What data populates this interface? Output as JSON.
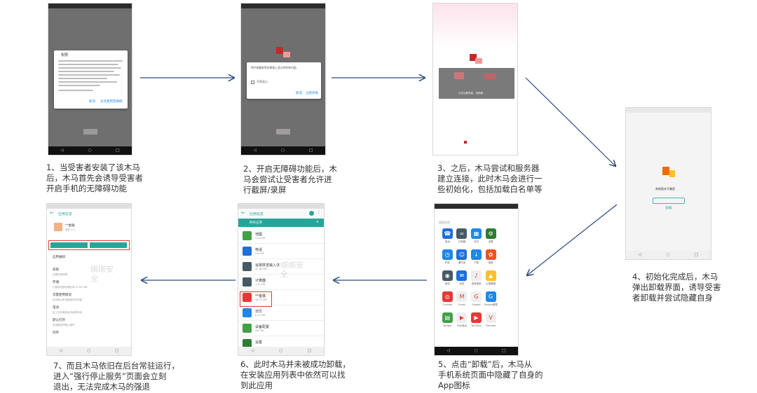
{
  "captions": {
    "step1": [
      "1、当受害者安装了该木马",
      "后，木马首先会诱导受害者",
      "开启手机的无障碍功能"
    ],
    "step2": [
      "2、开启无障碍功能后，木",
      "马会尝试让受害者允许进",
      "行截屏/录屏"
    ],
    "step3": [
      "3、之后，木马尝试和服务器",
      "建立连接，此时木马会进行一",
      "些初始化，包括加载白名单等"
    ],
    "step4": [
      "4、初始化完成后，木马",
      "弹出卸载界面，诱导受害",
      "者卸载并尝试隐藏自身"
    ],
    "step5": [
      "5、点击“卸载”后，木马从",
      "手机系统页面中隐藏了自身的",
      "App图标"
    ],
    "step6": [
      "6、此时木马并未被成功卸载，",
      "在安装应用列表中依然可以找",
      "到此应用"
    ],
    "step7": [
      "7、而且木马依旧在后台常驻运行，",
      "进入“强行停止服务”页面会立刻",
      "退出，无法完成木马的强退"
    ]
  },
  "navbar": {
    "back": "◁",
    "home": "○",
    "recent": "□"
  },
  "phone1": {
    "dialog_title": "权限",
    "cancel": "取消",
    "confirm": "允许使用无障碍"
  },
  "phone2": {
    "dialog_text": "将开始截取您的屏幕上显示的所有内容。",
    "checkbox_label": "不再显示",
    "cancel": "取消",
    "start": "立即开始"
  },
  "phone3": {
    "status_text": "正在加载界面，请稍候…"
  },
  "phone4": {
    "prompt": "系统版本不兼容",
    "uninstall_button": "卸载"
  },
  "phone5": {
    "search_placeholder": "搜索应用",
    "apps": [
      {
        "label": "电话",
        "color": "#1e6fd9",
        "glyph": "☎"
      },
      {
        "label": "计算器",
        "color": "#455a64",
        "glyph": "="
      },
      {
        "label": "日历",
        "color": "#1e88e5",
        "glyph": "▦"
      },
      {
        "label": "设置",
        "color": "#2e7d32",
        "glyph": "⚙"
      },
      {
        "label": "",
        "color": "#ffffff",
        "glyph": ""
      },
      {
        "label": "时钟",
        "color": "#1e88e5",
        "glyph": "◷"
      },
      {
        "label": "通讯录",
        "color": "#1e6fd9",
        "glyph": "☺"
      },
      {
        "label": "下载",
        "color": "#1e88e5",
        "glyph": "↓"
      },
      {
        "label": "相册",
        "color": "#f4511e",
        "glyph": "✿"
      },
      {
        "label": "",
        "color": "#ffffff",
        "glyph": ""
      },
      {
        "label": "相机",
        "color": "#455a64",
        "glyph": "◉"
      },
      {
        "label": "信息",
        "color": "#1e6fd9",
        "glyph": "✉"
      },
      {
        "label": "语音搜索",
        "color": "#eeeeee",
        "glyph": "♪"
      },
      {
        "label": "云端硬盘",
        "color": "#fbc02d",
        "glyph": "▲"
      },
      {
        "label": "",
        "color": "#ffffff",
        "glyph": ""
      },
      {
        "label": "Chrome",
        "color": "#e53935",
        "glyph": "◎"
      },
      {
        "label": "Gmail",
        "color": "#eeeeee",
        "glyph": "M"
      },
      {
        "label": "Google",
        "color": "#eeeeee",
        "glyph": "G"
      },
      {
        "label": "Google助理",
        "color": "#1e88e5",
        "glyph": "G"
      },
      {
        "label": "",
        "color": "#ffffff",
        "glyph": ""
      },
      {
        "label": "Widget",
        "color": "#43a047",
        "glyph": "▤"
      },
      {
        "label": "Play商店",
        "color": "#eeeeee",
        "glyph": "▶"
      },
      {
        "label": "YouTube",
        "color": "#e53935",
        "glyph": "▶"
      },
      {
        "label": "Vidmate",
        "color": "#eeeeee",
        "glyph": "V"
      },
      {
        "label": "",
        "color": "#ffffff",
        "glyph": ""
      }
    ]
  },
  "phone6": {
    "header_title": "应用信息",
    "filter": "所有应用",
    "apps": [
      {
        "name": "地图",
        "sub": "5.46 MB",
        "color": "#43a047"
      },
      {
        "name": "电话",
        "sub": "540 KB",
        "color": "#1e6fd9"
      },
      {
        "name": "谷歌拼音输入法",
        "sub": "45.88 MB",
        "color": "#455a64"
      },
      {
        "name": "计算器",
        "sub": "1.32 MB",
        "color": "#455a64"
      },
      {
        "name": "**金融",
        "sub": "48.15 MB",
        "color": "#e53935"
      },
      {
        "name": "日历",
        "sub": "8.24 MB",
        "color": "#1e88e5"
      },
      {
        "name": "设备配置",
        "sub": "284 KB",
        "color": "#43a047"
      },
      {
        "name": "设置",
        "sub": "",
        "color": "#2e7d32"
      }
    ]
  },
  "phone7": {
    "header_title": "应用信息",
    "app_name": "**金融",
    "app_version": "版本 1.0",
    "btn_disable": "停用",
    "btn_force_stop": "强行停止",
    "sections": [
      {
        "title": "应用通知",
        "sub": ""
      },
      {
        "title": "权限",
        "sub": "无需任何权限"
      },
      {
        "title": "存储",
        "sub": "已使用内部存储空间 22.65 MB"
      },
      {
        "title": "流量使用情况",
        "sub": "自安装以来未使用任何流量"
      },
      {
        "title": "电池",
        "sub": "自上次充满电后未使用电池"
      },
      {
        "title": "默认打开",
        "sub": "未设置任何默认操作"
      },
      {
        "title": "内存",
        "sub": ""
      }
    ]
  },
  "watermark": "绑绑安全",
  "colors": {
    "arrow": "#2b4a7c",
    "accent_green": "#26a69a",
    "highlight_red": "#e53935",
    "header_green": "#26a69a"
  }
}
